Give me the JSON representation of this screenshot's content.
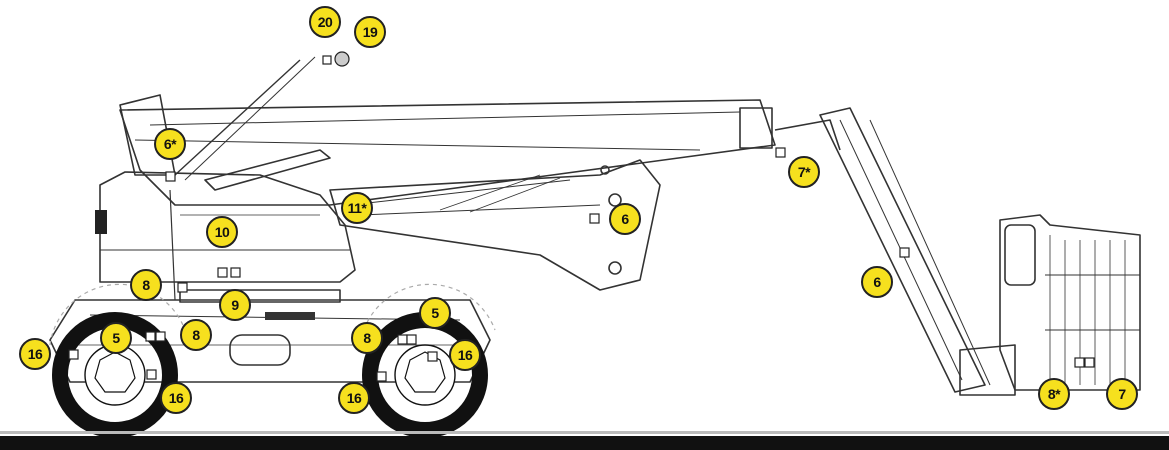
{
  "callouts": {
    "c20": "20",
    "c19": "19",
    "c6a": "6*",
    "c11": "11*",
    "c6b": "6",
    "c7a": "7*",
    "c10": "10",
    "c8a": "8",
    "c9": "9",
    "c5a": "5",
    "c8b": "8",
    "c16a": "16",
    "c16b": "16",
    "c8c": "8",
    "c5b": "5",
    "c16c": "16",
    "c16d": "16",
    "c6c": "6",
    "c8d": "8*",
    "c7b": "7"
  },
  "colors": {
    "callout_fill": "#f6e01e",
    "outline": "#222222",
    "tire": "#111111"
  }
}
